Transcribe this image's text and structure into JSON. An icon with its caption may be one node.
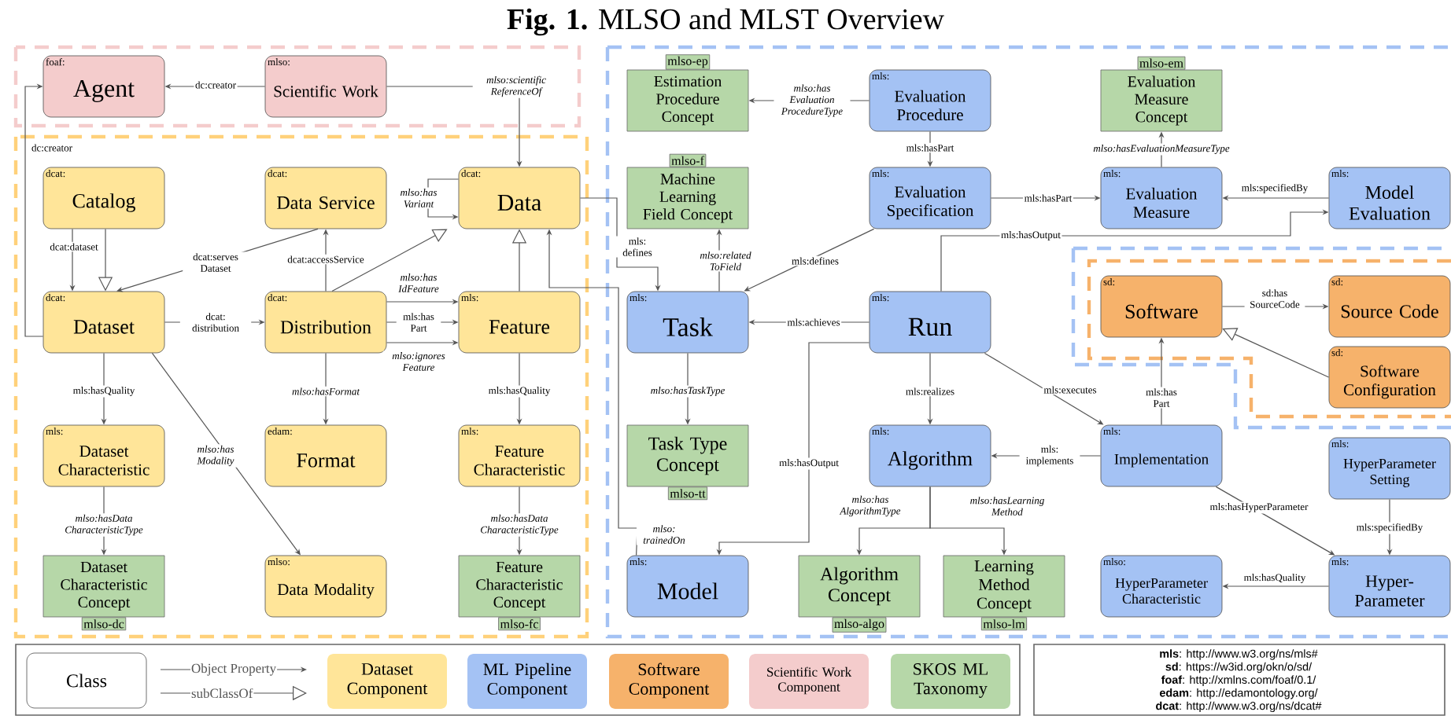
{
  "diagram": {
    "title": "**Fig. 1.** MLSO and MLST Overview",
    "nodes": [
      {
        "text": [
          "foaf:",
          "Agent"
        ]
      },
      {
        "text": [
          "mlso:",
          "Scientific Work"
        ]
      },
      {
        "text": [
          "dcat:",
          "Catalog"
        ]
      },
      {
        "text": [
          "dcat:",
          "Data Service"
        ]
      },
      {
        "text": [
          "dcat:",
          "Data"
        ]
      },
      {
        "text": [
          "dcat:",
          "Dataset"
        ]
      },
      {
        "text": [
          "dcat:",
          "Distribution"
        ]
      },
      {
        "text": [
          "mls:",
          "Feature"
        ]
      },
      {
        "text": [
          "mls:",
          "Dataset Characteristic"
        ]
      },
      {
        "text": [
          "edam:",
          "Format"
        ]
      },
      {
        "text": [
          "mls:",
          "Feature Characteristic"
        ]
      },
      {
        "text": [
          "Dataset Characteristic Concept",
          "mlso-dc"
        ]
      },
      {
        "text": [
          "mlso:",
          "Data Modality"
        ]
      },
      {
        "text": [
          "Feature Characteristic Concept",
          "mlso-fc"
        ]
      },
      {
        "text": [
          "mlso-ep",
          "Estimation Procedure Concept"
        ]
      },
      {
        "text": [
          "mls:",
          "Evaluation Procedure"
        ]
      },
      {
        "text": [
          "mlso-em",
          "Evaluation Measure Concept"
        ]
      },
      {
        "text": [
          "mlso-f",
          "Machine Learning Field Concept"
        ]
      },
      {
        "text": [
          "mls:",
          "Evaluation Specification"
        ]
      },
      {
        "text": [
          "mls:",
          "Evaluation Measure"
        ]
      },
      {
        "text": [
          "mls:",
          "Model Evaluation"
        ]
      },
      {
        "text": [
          "mls:",
          "Task"
        ]
      },
      {
        "text": [
          "mls:",
          "Run"
        ]
      },
      {
        "text": [
          "sd:",
          "Software"
        ]
      },
      {
        "text": [
          "sd:",
          "Source Code"
        ]
      },
      {
        "text": [
          "sd:",
          "Software Configuration"
        ]
      },
      {
        "text": [
          "Task Type Concept",
          "mlso-tt"
        ]
      },
      {
        "text": [
          "mls:",
          "Algorithm"
        ]
      },
      {
        "text": [
          "mls:",
          "Implementation"
        ]
      },
      {
        "text": [
          "mls:",
          "HyperParameter Setting"
        ]
      },
      {
        "text": [
          "mls:",
          "Model"
        ]
      },
      {
        "text": [
          "Algorithm Concept",
          "mlso-algo"
        ]
      },
      {
        "text": [
          "Learning Method Concept",
          "mlso-lm"
        ]
      },
      {
        "text": [
          "mlso:",
          "HyperParameter Characteristic"
        ]
      },
      {
        "text": [
          "mls:",
          "Hyper- Parameter"
        ]
      }
    ],
    "edges": [
      {
        "from": 1,
        "to": 0,
        "arrow": "to",
        "label": "dc:creator"
      },
      {
        "from": 5,
        "to": 0,
        "arrow": "to",
        "label": "dc:creator"
      },
      {
        "from": 1,
        "to": 4,
        "arrow": "to",
        "label": "mlso:scientific ReferenceOf"
      },
      {
        "from": 2,
        "to": 5,
        "arrow": "to",
        "label": "dcat:dataset"
      },
      {
        "from": 2,
        "to": 5,
        "arrow": "to"
      },
      {
        "from": 3,
        "to": 5,
        "arrow": "to",
        "label": "dcat:serves Dataset"
      },
      {
        "from": 6,
        "to": 3,
        "arrow": "to",
        "label": "dcat:accessService"
      },
      {
        "from": 5,
        "to": 6,
        "arrow": "to",
        "label": "dcat: distribution"
      },
      {
        "from": 6,
        "to": 4,
        "arrow": "to"
      },
      {
        "from": 6,
        "to": 7,
        "arrow": "to",
        "label": "mlso:has IdFeature"
      },
      {
        "from": 6,
        "to": 7,
        "arrow": "to",
        "label": "mls:has Part"
      },
      {
        "from": 6,
        "to": 7,
        "arrow": "to",
        "label": "mlso:ignores Feature"
      },
      {
        "from": 7,
        "to": 4,
        "arrow": "to"
      },
      {
        "from": 4,
        "to": 4,
        "arrow": "to",
        "label": "mlso:has Variant"
      },
      {
        "from": 5,
        "to": 8,
        "arrow": "to",
        "label": "mls:hasQuality"
      },
      {
        "from": 5,
        "to": 12,
        "arrow": "to",
        "label": "mlso:has Modality"
      },
      {
        "from": 6,
        "to": 9,
        "arrow": "to",
        "label": "mlso:hasFormat"
      },
      {
        "from": 7,
        "to": 10,
        "arrow": "to",
        "label": "mls:hasQuality"
      },
      {
        "from": 8,
        "to": 11,
        "arrow": "to",
        "label": "mlso:hasData CharacteristicType"
      },
      {
        "from": 10,
        "to": 13,
        "arrow": "to",
        "label": "mlso:hasData CharacteristicType"
      },
      {
        "from": 4,
        "to": 21,
        "arrow": "to",
        "label": "mls: defines"
      },
      {
        "from": 30,
        "to": 4,
        "arrow": "to",
        "label": "mlso: trainedOn"
      },
      {
        "from": 18,
        "to": 21,
        "arrow": "to",
        "label": "mls:defines"
      },
      {
        "from": 21,
        "to": 17,
        "arrow": "to",
        "label": "mlso:related ToField"
      },
      {
        "from": 22,
        "to": 21,
        "arrow": "to",
        "label": "mls:achieves"
      },
      {
        "from": 15,
        "to": 14,
        "arrow": "to",
        "label": "mlso:has Evaluation ProcedureType"
      },
      {
        "from": 15,
        "to": 18,
        "arrow": "to",
        "label": "mls:hasPart"
      },
      {
        "from": 18,
        "to": 19,
        "arrow": "to",
        "label": "mls:hasPart"
      },
      {
        "from": 19,
        "to": 16,
        "arrow": "to",
        "label": "mlso:hasEvaluationMeasureType"
      },
      {
        "from": 20,
        "to": 19,
        "arrow": "to",
        "label": "mls:specifiedBy"
      },
      {
        "from": 22,
        "to": 20,
        "arrow": "to",
        "label": "mls:hasOutput"
      },
      {
        "from": 21,
        "to": 26,
        "arrow": "to",
        "label": "mlso:hasTaskType"
      },
      {
        "from": 22,
        "to": 27,
        "arrow": "to",
        "label": "mls:realizes"
      },
      {
        "from": 22,
        "to": 30,
        "arrow": "to",
        "label": "mls:hasOutput"
      },
      {
        "from": 22,
        "to": 28,
        "arrow": "to",
        "label": "mls:executes"
      },
      {
        "from": 28,
        "to": 27,
        "arrow": "to",
        "label": "mls: implements"
      },
      {
        "from": 28,
        "to": 23,
        "arrow": "to",
        "label": "mls:has Part"
      },
      {
        "from": 23,
        "to": 24,
        "arrow": "to",
        "label": "sd:has SourceCode"
      },
      {
        "from": 25,
        "to": 23,
        "arrow": "to"
      },
      {
        "from": 27,
        "to": 31,
        "arrow": "to",
        "label": "mlso:has AlgorithmType"
      },
      {
        "from": 27,
        "to": 32,
        "arrow": "to",
        "label": "mlso:hasLearning Method"
      },
      {
        "from": 28,
        "to": 34,
        "arrow": "to",
        "label": "mls:hasHyperParameter"
      },
      {
        "from": 29,
        "to": 34,
        "arrow": "to",
        "label": "mls:specifiedBy"
      },
      {
        "from": 34,
        "to": 33,
        "arrow": "to",
        "label": "mls:hasQuality"
      }
    ],
    "labels": [
      "**mls**:  http://www.w3.org/ns/mls#",
      "**sd**:  https://w3id.org/okn/o/sd/",
      "**foaf**:  http://xmlns.com/foaf/0.1/",
      "**edam**:  http://edamontology.org/",
      "**dcat**:  http://www.w3.org/ns/dcat#"
    ],
    "legend": [
      {
        "text": "Class"
      },
      {
        "text": "Object Property"
      },
      {
        "text": "subClassOf"
      },
      {
        "text": "Dataset Component",
        "color": "#ffe599"
      },
      {
        "text": "ML Pipeline Component",
        "color": "#a4c2f4"
      },
      {
        "text": "Software Component",
        "color": "#f6b26b"
      },
      {
        "text": "Scientific Work Component",
        "color": "#f4cccc"
      },
      {
        "text": "SKOS ML Taxonomy",
        "color": "#b6d7a8"
      }
    ]
  }
}
